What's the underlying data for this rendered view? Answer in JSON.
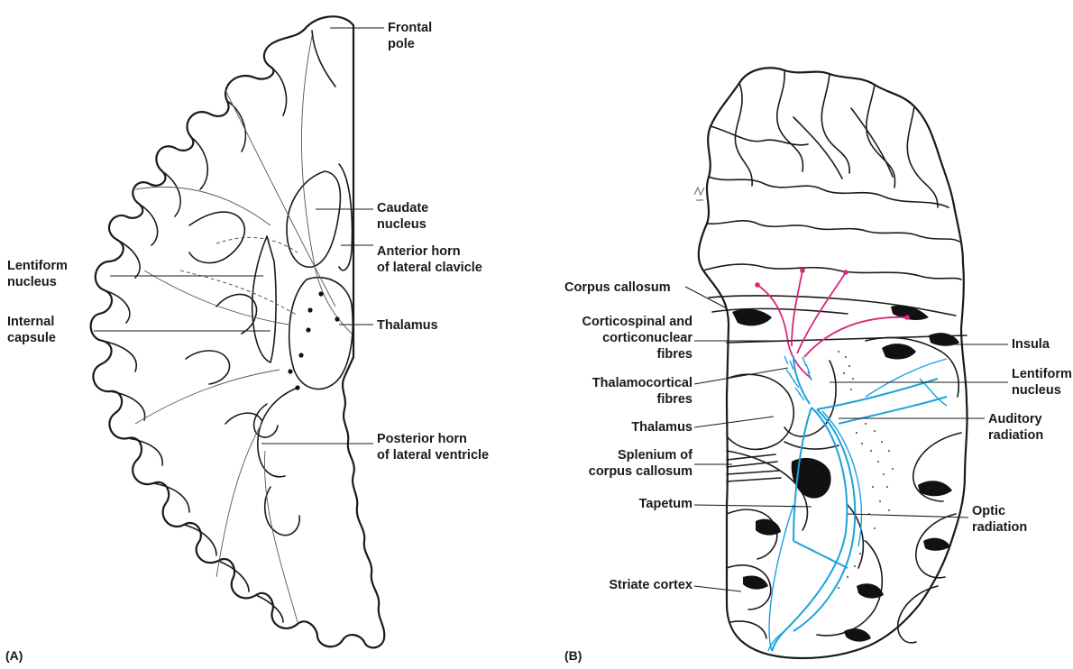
{
  "panels": {
    "a": {
      "letter": "(A)",
      "labels": {
        "frontal_pole_1": "Frontal",
        "frontal_pole_2": "pole",
        "caudate_1": "Caudate",
        "caudate_2": "nucleus",
        "anterior_horn_1": "Anterior horn",
        "anterior_horn_2": "of lateral clavicle",
        "lentiform_1": "Lentiform",
        "lentiform_2": "nucleus",
        "internal_capsule_1": "Internal",
        "internal_capsule_2": "capsule",
        "thalamus": "Thalamus",
        "posterior_horn_1": "Posterior horn",
        "posterior_horn_2": "of lateral ventricle"
      }
    },
    "b": {
      "letter": "(B)",
      "labels": {
        "corpus_callosum": "Corpus callosum",
        "corticospinal_1": "Corticospinal and",
        "corticospinal_2": "corticonuclear",
        "corticospinal_3": "fibres",
        "thalamocortical_1": "Thalamocortical",
        "thalamocortical_2": "fibres",
        "thalamus": "Thalamus",
        "splenium_1": "Splenium of",
        "splenium_2": "corpus callosum",
        "tapetum": "Tapetum",
        "striate_cortex": "Striate cortex",
        "insula": "Insula",
        "lentiform_1": "Lentiform",
        "lentiform_2": "nucleus",
        "auditory_1": "Auditory",
        "auditory_2": "radiation",
        "optic_1": "Optic",
        "optic_2": "radiation"
      }
    }
  },
  "colors": {
    "ink": "#1a1a1a",
    "corticospinal_fibres": "#d8267a",
    "radiation_fibres": "#1aa3dc"
  }
}
